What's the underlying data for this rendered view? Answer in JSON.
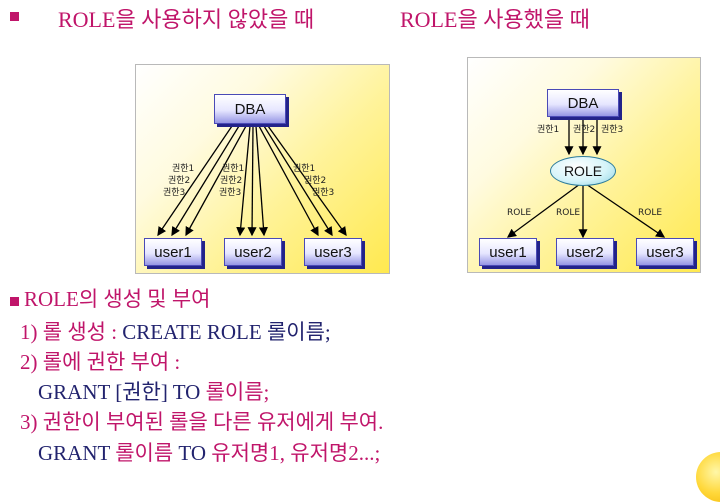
{
  "header": {
    "left_title": "ROLE을 사용하지 않았을 때",
    "right_title": "ROLE을 사용했을 때"
  },
  "left_diagram": {
    "dba": "DBA",
    "users": [
      "user1",
      "user2",
      "user3"
    ],
    "perm_groups": [
      [
        "권한1",
        "권한2",
        "권한3"
      ],
      [
        "권한1",
        "권한2",
        "권한3"
      ],
      [
        "권한1",
        "권한2",
        "권한3"
      ]
    ]
  },
  "right_diagram": {
    "dba": "DBA",
    "role": "ROLE",
    "perms": [
      "권한1",
      "권한2",
      "권한3"
    ],
    "role_labels": [
      "ROLE",
      "ROLE",
      "ROLE"
    ],
    "users": [
      "user1",
      "user2",
      "user3"
    ]
  },
  "section": {
    "title": "ROLE의 생성 및 부여",
    "step1": {
      "prefix": "1) 롤 생성 :",
      "code": "CREATE ROLE 롤이름;"
    },
    "step2": {
      "prefix": "2) 롤에 권한 부여 :",
      "code_a": "GRANT [권한] TO",
      "code_b": "롤이름;"
    },
    "step3": {
      "text": "3) 권한이 부여된 롤을 다른 유저에게 부여.",
      "code_a": "GRANT",
      "code_b": "롤이름",
      "code_c": "TO",
      "code_d": "유저명1, 유저명2...;"
    }
  },
  "colors": {
    "accent": "#c0156a",
    "code": "#22236e"
  }
}
